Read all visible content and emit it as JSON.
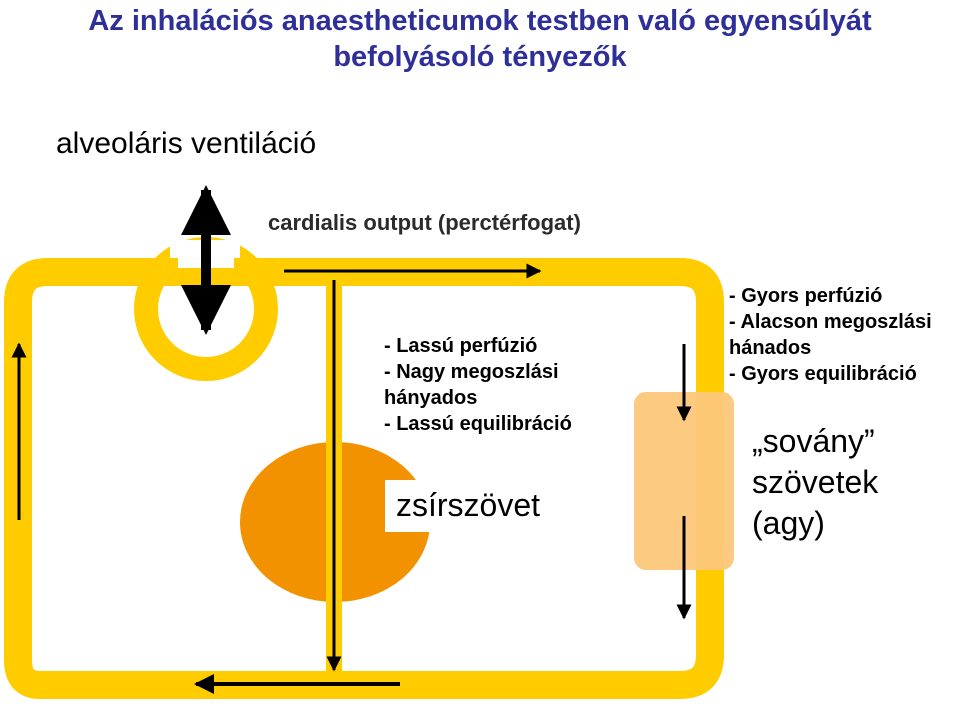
{
  "title_line1": "Az inhalációs anaestheticumok testben való egyensúlyát",
  "title_line2": "befolyásoló tényezők",
  "alveolar_label": "alveoláris ventiláció",
  "cardiac_label": "cardialis output (perctérfogat)",
  "fat": {
    "items": [
      "- Lassú perfúzió",
      "- Nagy megoszlási",
      "hányados",
      "- Lassú equilibráció"
    ],
    "name": "zsírszövet"
  },
  "lean": {
    "items": [
      "- Gyors perfúzió",
      "- Alacson megoszlási",
      "hánados",
      "- Gyors equilibráció"
    ],
    "name_lines": [
      "„sovány”",
      "szövetek",
      "(agy)"
    ]
  },
  "colors": {
    "title": "#2f2f9a",
    "circuit": "#ffcc00",
    "fat_tissue": "#f29200",
    "lean_tissue": "#fcc77a",
    "arrow": "#000000"
  }
}
